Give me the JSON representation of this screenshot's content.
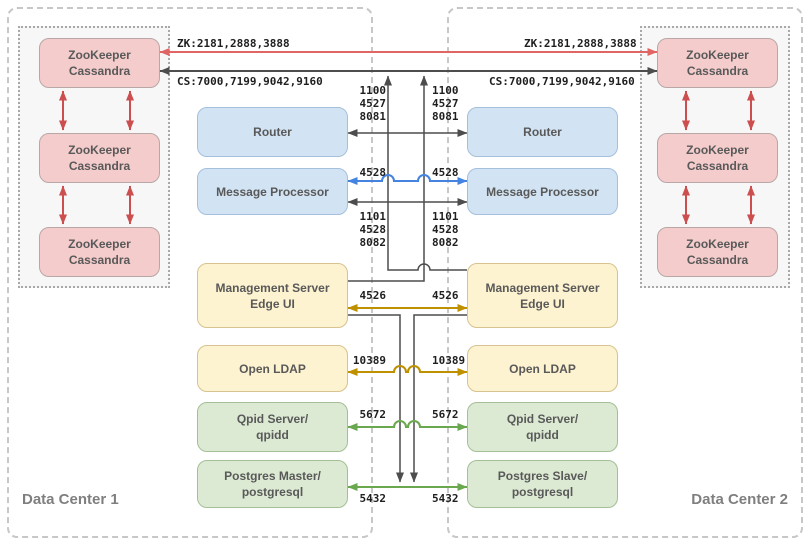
{
  "dc1": {
    "label": "Data Center 1",
    "cluster": [
      [
        "ZooKeeper",
        "Cassandra"
      ],
      [
        "ZooKeeper",
        "Cassandra"
      ],
      [
        "ZooKeeper",
        "Cassandra"
      ]
    ],
    "services": {
      "router": "Router",
      "message_processor": "Message Processor",
      "management": [
        "Management Server",
        "Edge UI"
      ],
      "ldap": "Open LDAP",
      "qpid": [
        "Qpid Server/",
        "qpidd"
      ],
      "postgres": [
        "Postgres Master/",
        "postgresql"
      ]
    }
  },
  "dc2": {
    "label": "Data Center 2",
    "cluster": [
      [
        "ZooKeeper",
        "Cassandra"
      ],
      [
        "ZooKeeper",
        "Cassandra"
      ],
      [
        "ZooKeeper",
        "Cassandra"
      ]
    ],
    "services": {
      "router": "Router",
      "message_processor": "Message Processor",
      "management": [
        "Management Server",
        "Edge UI"
      ],
      "ldap": "Open LDAP",
      "qpid": [
        "Qpid Server/",
        "qpidd"
      ],
      "postgres": [
        "Postgres Slave/",
        "postgresql"
      ]
    }
  },
  "connections": {
    "zookeeper_ports": "ZK:2181,2888,3888",
    "cassandra_ports": "CS:7000,7199,9042,9160",
    "router_ports": [
      "1100",
      "4527",
      "8081"
    ],
    "message_processor_port": "4528",
    "message_processor_ports": [
      "1101",
      "4528",
      "8082"
    ],
    "management_port": "4526",
    "ldap_port": "10389",
    "qpid_port": "5672",
    "postgres_port": "5432"
  },
  "colors": {
    "zookeeper_node_fill": "#f5cccc",
    "gateway_node_fill": "#d2e3f3",
    "management_node_fill": "#fdf3d0",
    "datastore_node_fill": "#dcead3",
    "zookeeper_link": "#e06666",
    "cassandra_link": "#4d4d4d",
    "message_processor_link": "#4583e0",
    "management_link": "#bf9000",
    "datastore_link": "#6aa84f",
    "node_text": "#595959"
  }
}
